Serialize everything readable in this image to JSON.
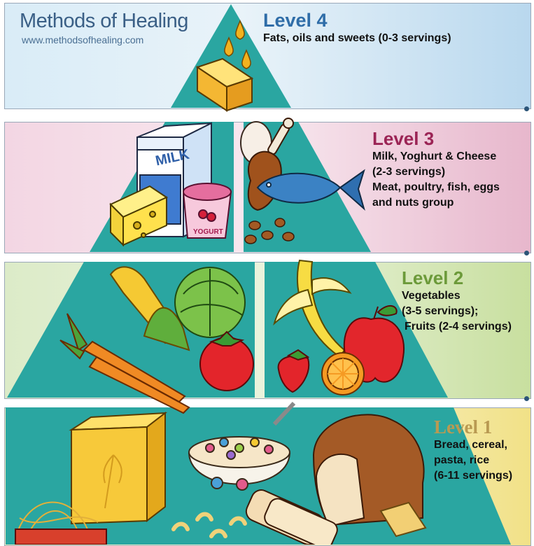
{
  "brand": {
    "title": "Methods of Healing",
    "url": "www.methodsofhealing.com"
  },
  "levels": [
    {
      "heading": "Level 4",
      "lines": [
        "Fats, oils and sweets (0-3 servings)"
      ]
    },
    {
      "heading": "Level 3",
      "lines": [
        "Milk, Yoghurt & Cheese",
        "(2-3 servings)",
        "Meat, poultry, fish, eggs",
        "and nuts group"
      ]
    },
    {
      "heading": "Level 2",
      "lines": [
        "Vegetables",
        "(3-5 servings);",
        "Fruits (2-4 servings)"
      ]
    },
    {
      "heading": "Level 1",
      "lines": [
        "Bread, cereal,",
        "pasta, rice",
        "(6-11 servings)"
      ]
    }
  ],
  "food_labels": {
    "milk": "MILK",
    "yogurt": "YOGURT"
  },
  "colors": {
    "pyramid": "#2aa6a1",
    "level4_band": "#d9ecf7",
    "level3_band": "#f3d6e3",
    "level2_band": "#dcebc8",
    "level1_band": "#f9f1c6"
  }
}
